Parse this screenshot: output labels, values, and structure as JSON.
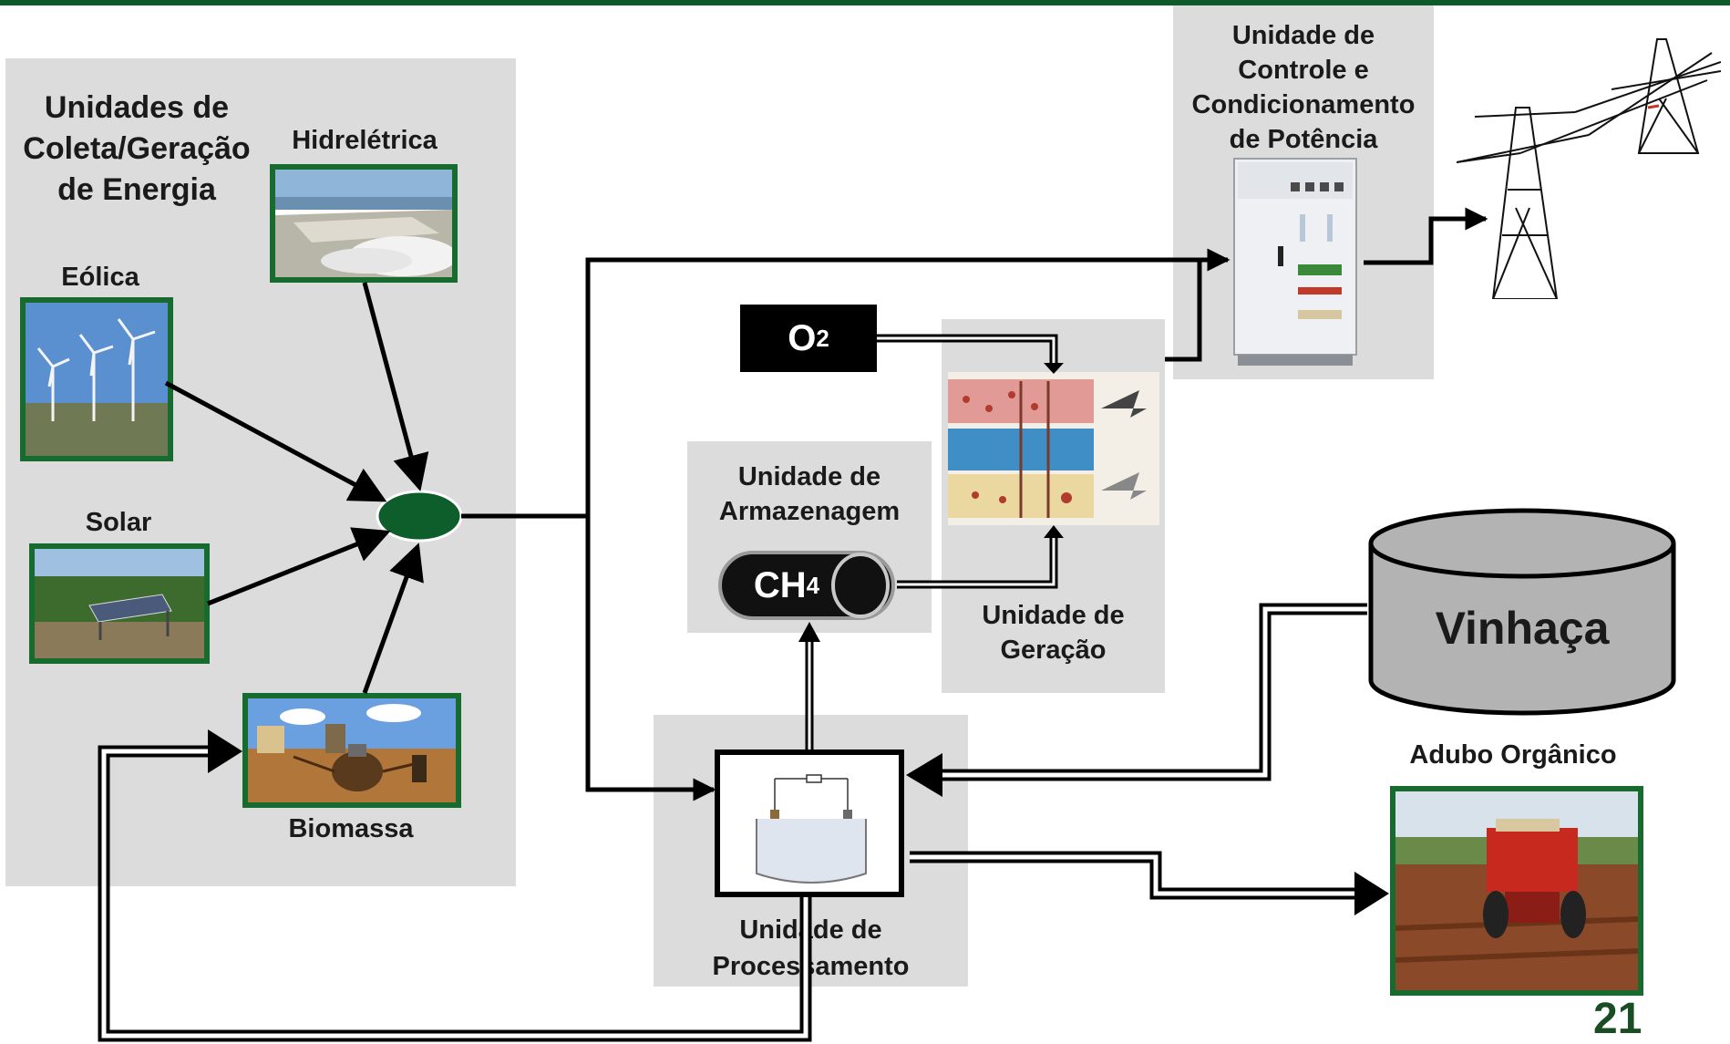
{
  "collection": {
    "title_line1": "Unidades de",
    "title_line2": "Coleta/Geração",
    "title_line3": "de Energia",
    "hydro": "Hidrelétrica",
    "wind": "Eólica",
    "solar": "Solar",
    "biomass": "Biomassa"
  },
  "control": {
    "line1": "Unidade de",
    "line2": "Controle e",
    "line3": "Condicionamento",
    "line4": "de Potência"
  },
  "oxygen": {
    "base": "O",
    "sub": "2"
  },
  "methane": {
    "base": "CH",
    "sub": "4"
  },
  "storage": {
    "line1": "Unidade de",
    "line2": "Armazenagem"
  },
  "generation": {
    "line1": "Unidade de",
    "line2": "Geração"
  },
  "processing": {
    "line1": "Unidade de",
    "line2": "Processamento"
  },
  "vinasse": "Vinhaça",
  "fertilizer": "Adubo Orgânico",
  "page_number": "21",
  "colors": {
    "accent_green": "#176b2e",
    "node_green": "#0e5e2c",
    "panel_gray": "#dcdcdc"
  }
}
